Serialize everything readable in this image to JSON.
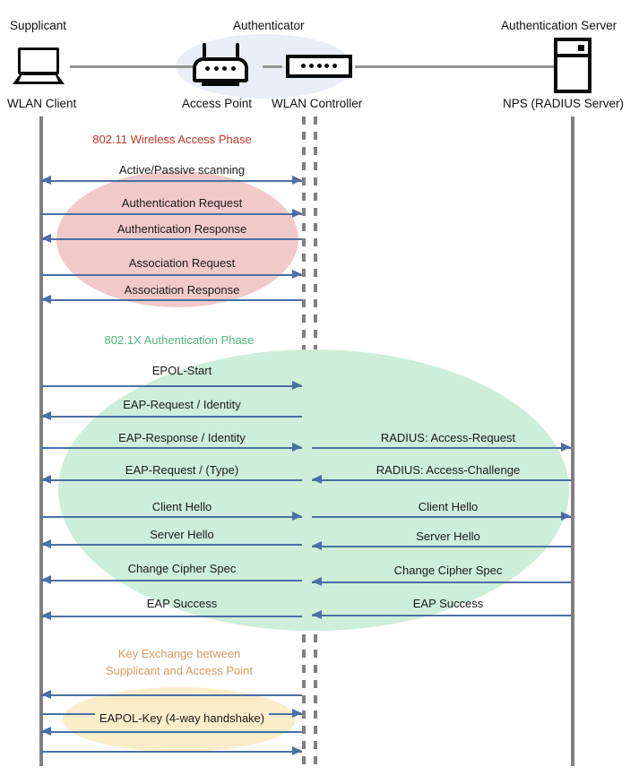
{
  "diagram": {
    "title": "802.1X / WPA Enterprise WLAN authentication sequence",
    "colors": {
      "lifeline": "#808080",
      "arrow": "#4a6fa5",
      "authenticator_blob": "#e8edf7",
      "phase1_blob": "#f2c9c9",
      "phase1_label": "#c0392b",
      "phase2_blob": "#cdeed9",
      "phase2_label": "#4fb87a",
      "phase3_blob": "#fcecc9",
      "phase3_label": "#d89a60"
    }
  },
  "actors": [
    {
      "id": "supplicant",
      "role_label": "Supplicant",
      "device_label": "WLAN Client",
      "icon": "laptop-icon"
    },
    {
      "id": "access-point",
      "role_label": "Authenticator",
      "device_label": "Access Point",
      "icon": "access-point-icon"
    },
    {
      "id": "wlan-controller",
      "role_label": "",
      "device_label": "WLAN Controller",
      "icon": "wlan-controller-icon"
    },
    {
      "id": "auth-server",
      "role_label": "Authentication Server",
      "device_label": "NPS (RADIUS Server)",
      "icon": "server-icon"
    }
  ],
  "phases": [
    {
      "id": "phase-802-11",
      "caption": "802.11 Wireless Access Phase",
      "messages": [
        {
          "label": "Active/Passive scanning",
          "direction": "both",
          "segment": "left"
        },
        {
          "label": "Authentication Request",
          "direction": "right",
          "segment": "left"
        },
        {
          "label": "Authentication Response",
          "direction": "left",
          "segment": "left"
        },
        {
          "label": "Association Request",
          "direction": "right",
          "segment": "left"
        },
        {
          "label": "Association Response",
          "direction": "left",
          "segment": "left"
        }
      ]
    },
    {
      "id": "phase-802-1x",
      "caption": "802.1X Authentication Phase",
      "messages": [
        {
          "label": "EPOL-Start",
          "direction": "right",
          "segment": "left"
        },
        {
          "label": "EAP-Request / Identity",
          "direction": "left",
          "segment": "left"
        },
        {
          "label": "EAP-Response / Identity",
          "direction": "right",
          "segment": "left"
        },
        {
          "label": "RADIUS: Access-Request",
          "direction": "right",
          "segment": "right"
        },
        {
          "label": "EAP-Request / (Type)",
          "direction": "left",
          "segment": "left"
        },
        {
          "label": "RADIUS: Access-Challenge",
          "direction": "left",
          "segment": "right"
        },
        {
          "label": "Client Hello",
          "direction": "right",
          "segment": "left"
        },
        {
          "label": "Client Hello",
          "direction": "right",
          "segment": "right"
        },
        {
          "label": "Server Hello",
          "direction": "left",
          "segment": "left"
        },
        {
          "label": "Server Hello",
          "direction": "left",
          "segment": "right"
        },
        {
          "label": "Change Cipher Spec",
          "direction": "left",
          "segment": "left"
        },
        {
          "label": "Change Cipher Spec",
          "direction": "left",
          "segment": "right"
        },
        {
          "label": "EAP Success",
          "direction": "left",
          "segment": "left"
        },
        {
          "label": "EAP Success",
          "direction": "left",
          "segment": "right"
        }
      ]
    },
    {
      "id": "phase-key-exchange",
      "caption": "Key Exchange between\nSupplicant and Access Point",
      "messages": [
        {
          "label": "",
          "direction": "left",
          "segment": "left"
        },
        {
          "label": "",
          "direction": "right",
          "segment": "left"
        },
        {
          "label": "EAPOL-Key (4-way handshake)",
          "direction": "left",
          "segment": "left"
        },
        {
          "label": "",
          "direction": "right",
          "segment": "left"
        }
      ]
    }
  ]
}
